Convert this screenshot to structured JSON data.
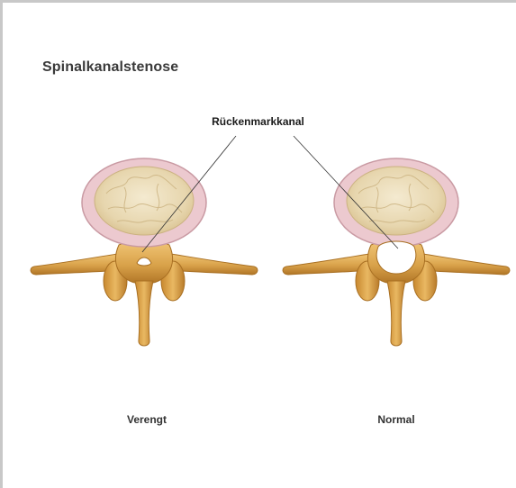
{
  "title": "Spinalkanalstenose",
  "canal_label": "Rückenmarkkanal",
  "captions": {
    "left": "Verengt",
    "right": "Normal"
  },
  "colors": {
    "bone": "#d9a54a",
    "bone_dark": "#a86f22",
    "disc_ring": "#e7c2c8",
    "disc_core": "#eadcb8",
    "frame_border": "#c8c8c8"
  }
}
